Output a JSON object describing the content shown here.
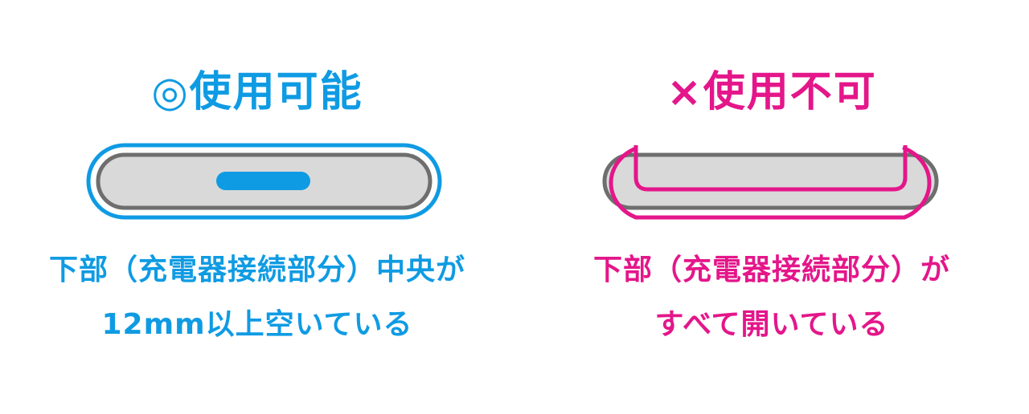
{
  "colors": {
    "ok": "#0f9be3",
    "ng": "#e4168a",
    "port_outline": "#6e6e6e",
    "port_fill": "#d9d9d9"
  },
  "ok_panel": {
    "title": "◎使用可能",
    "line1": "下部（充電器接続部分）中央が",
    "line2": "12mm以上空いている"
  },
  "ng_panel": {
    "title": "×使用不可",
    "line1": "下部（充電器接続部分）が",
    "line2": "すべて開いている"
  }
}
